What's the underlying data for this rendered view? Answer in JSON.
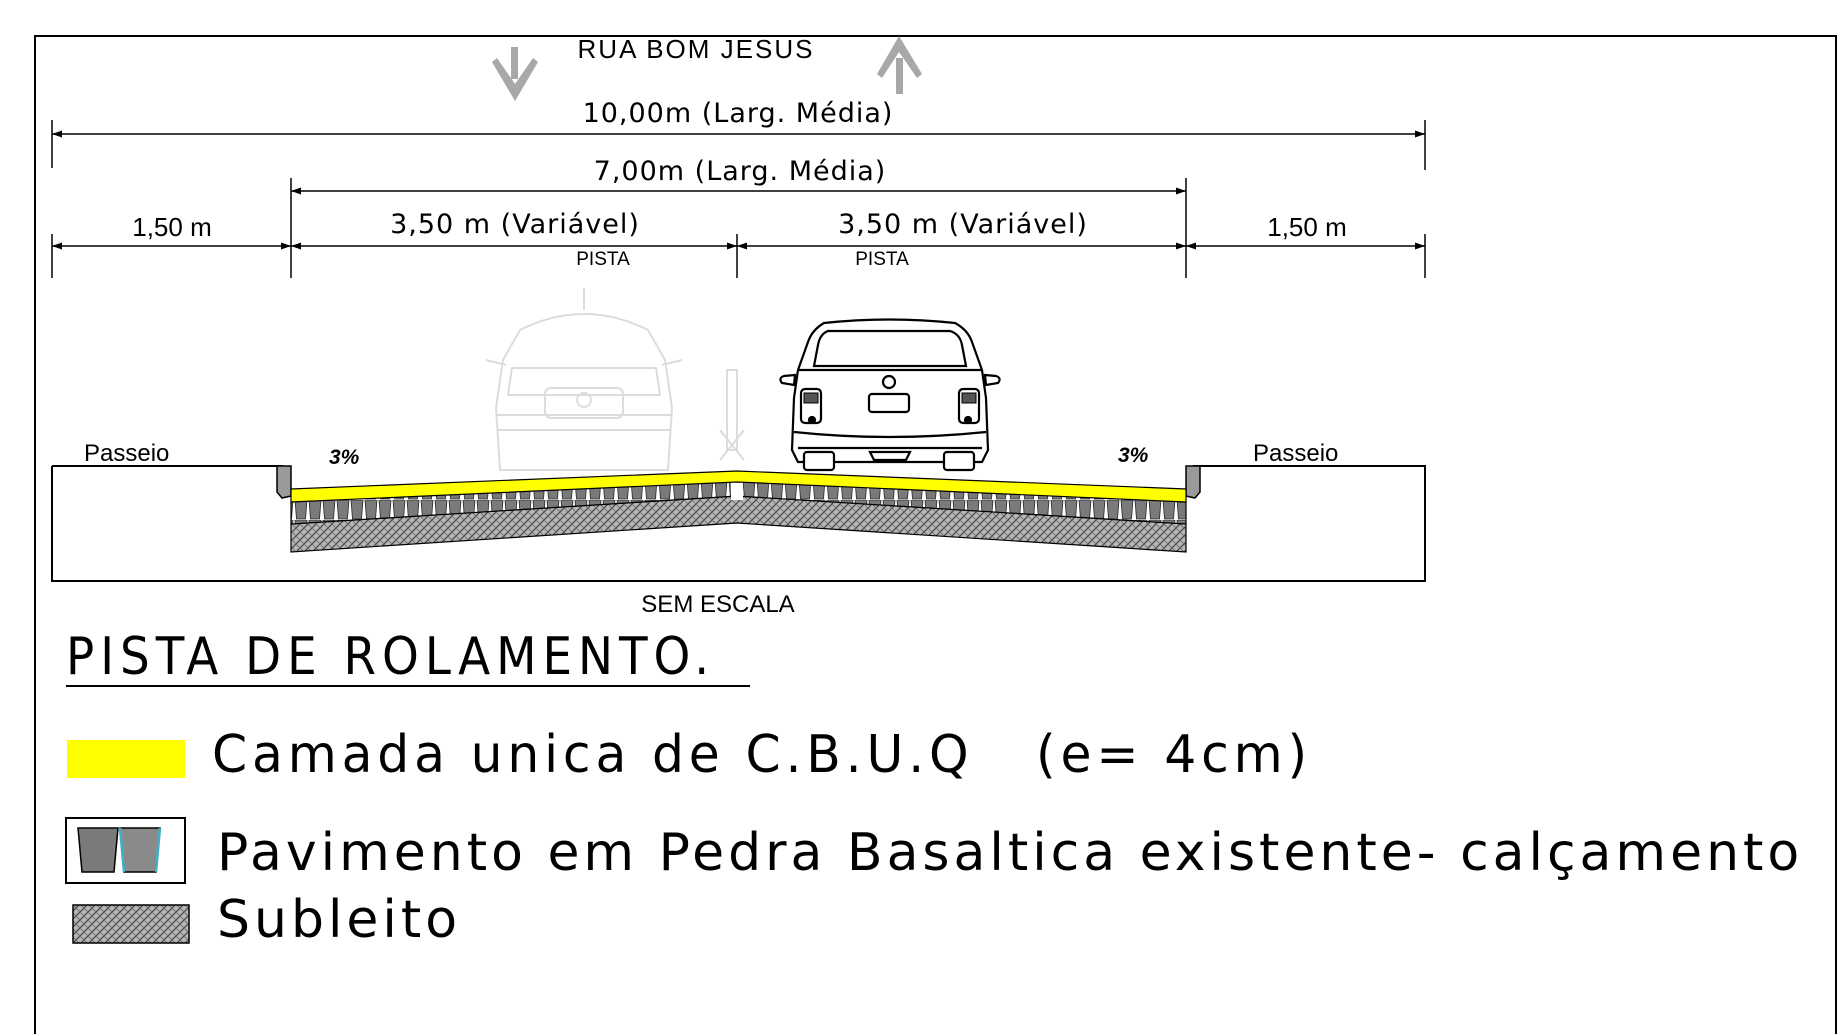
{
  "street_name": "RUA BOM JESUS",
  "dimensions": {
    "total_width": "10,00m (Larg. Média)",
    "carriageway_width": "7,00m (Larg. Média)",
    "sidewalk_left": "1,50 m",
    "lane_left": "3,50 m (Variável)",
    "lane_right": "3,50 m (Variável)",
    "sidewalk_right": "1,50 m"
  },
  "labels": {
    "lane_left": "PISTA",
    "lane_right": "PISTA",
    "sidewalk_left": "Passeio",
    "sidewalk_right": "Passeio",
    "slope_left": "3%",
    "slope_right": "3%",
    "scale_note": "SEM ESCALA"
  },
  "title": "PISTA DE ROLAMENTO.",
  "legend": [
    {
      "id": "cbuq",
      "text": "Camada unica de C.B.U.Q   (e= 4cm)",
      "swatch_color": "#ffff00"
    },
    {
      "id": "basalt",
      "text": "Pavimento em Pedra Basaltica existente- calçamento",
      "swatch_color": "#8a8a8a"
    },
    {
      "id": "subgrade",
      "text": "Subleito",
      "swatch_color": "#9a9a9a"
    }
  ],
  "colors": {
    "asphalt": "#ffff00",
    "stone": "#7a7a7a",
    "subgrade": "#a0a0a0",
    "arrows": "#a8a8a8"
  }
}
